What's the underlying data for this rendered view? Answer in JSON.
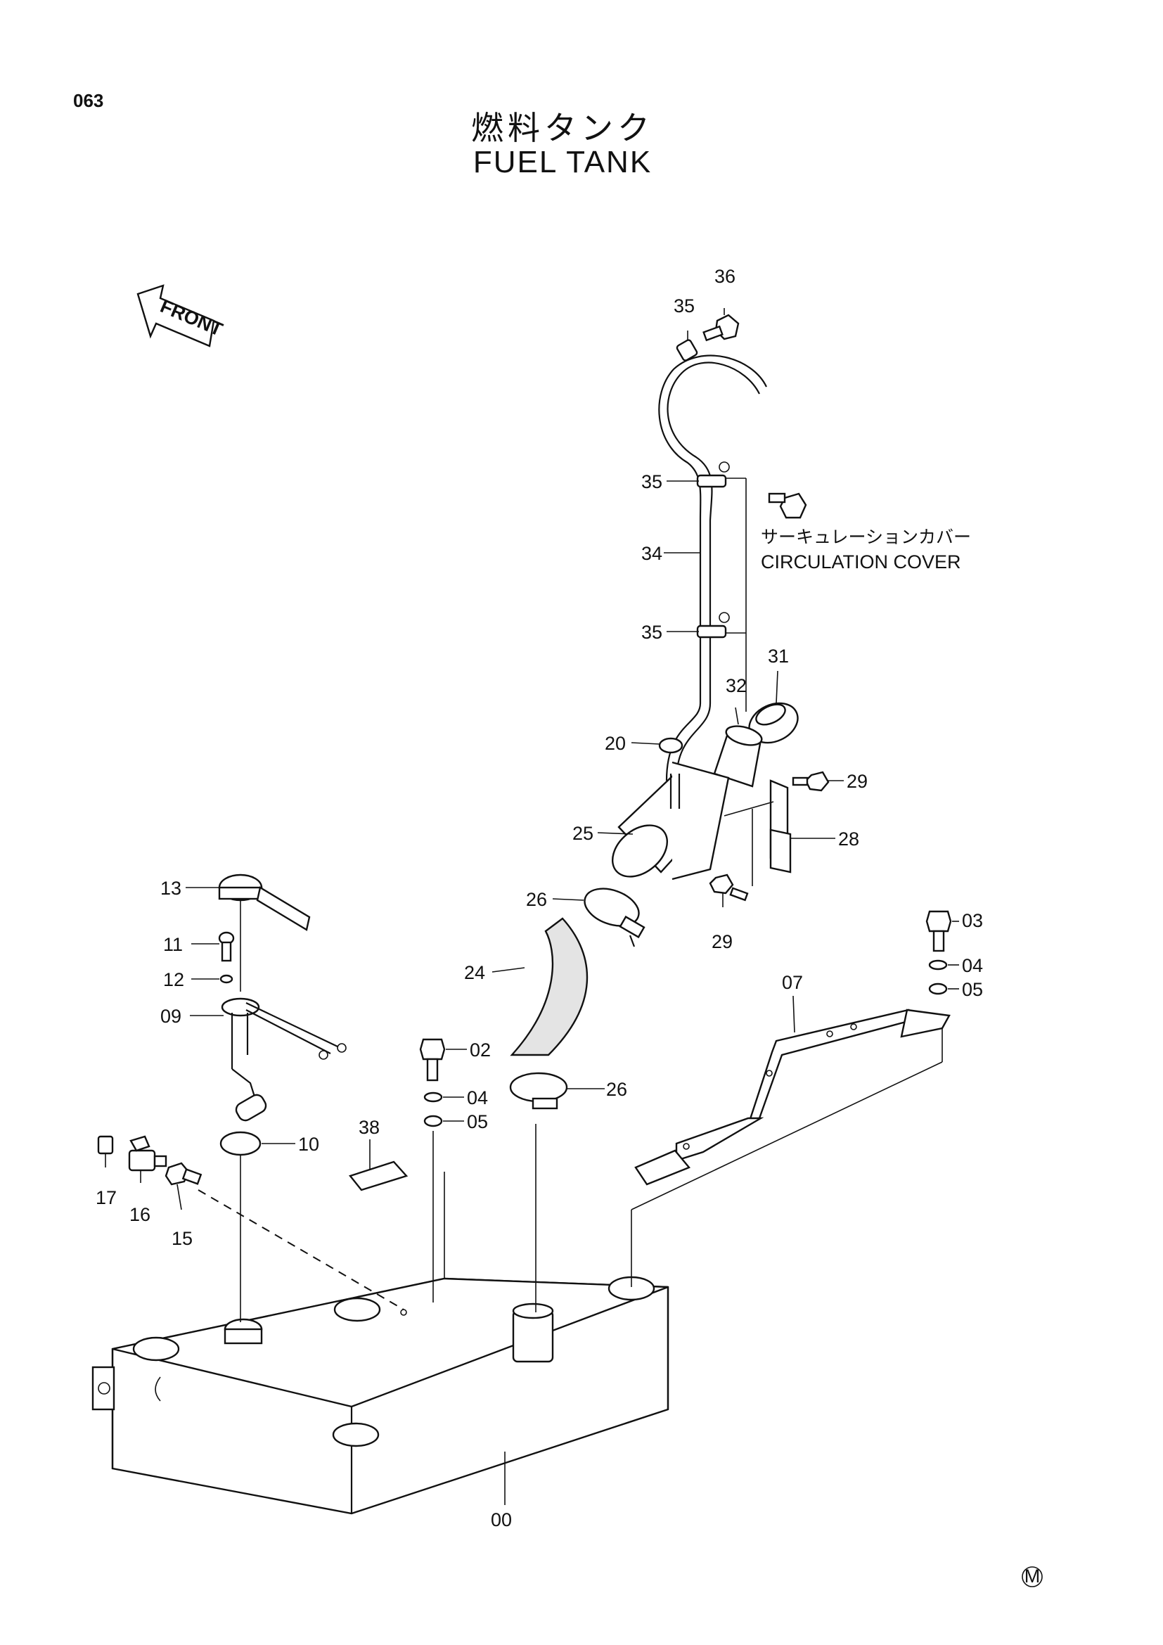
{
  "page_number": "063",
  "title_jp": "燃料タンク",
  "title_en": "FUEL TANK",
  "front_label": "FRONT",
  "circulation_cover": {
    "label_jp": "サーキュレーションカバー",
    "label_en": "CIRCULATION COVER"
  },
  "callouts": {
    "c36": "36",
    "c35a": "35",
    "c35b": "35",
    "c34": "34",
    "c35c": "35",
    "c31": "31",
    "c32": "32",
    "c20": "20",
    "c29a": "29",
    "c25": "25",
    "c28": "28",
    "c26a": "26",
    "c29b": "29",
    "c03": "03",
    "c04a": "04",
    "c05a": "05",
    "c07": "07",
    "c24": "24",
    "c13": "13",
    "c11": "11",
    "c12": "12",
    "c09": "09",
    "c02": "02",
    "c04b": "04",
    "c05b": "05",
    "c26b": "26",
    "c38": "38",
    "c10": "10",
    "c17": "17",
    "c16": "16",
    "c15": "15",
    "c00": "00"
  },
  "mark": "M"
}
